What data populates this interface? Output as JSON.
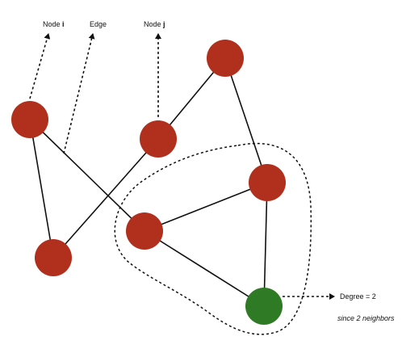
{
  "labels": {
    "node_i_prefix": "Node ",
    "node_i_letter": "i",
    "edge": "Edge",
    "node_j_prefix": "Node ",
    "node_j_letter": "j",
    "degree": "Degree = 2",
    "degree_note": "since 2 neighbors"
  },
  "colors": {
    "node": "#b0301d",
    "node_highlight": "#2f7a24",
    "line": "#111111"
  },
  "graph": {
    "nodes": [
      {
        "id": "n1",
        "color_role": "node"
      },
      {
        "id": "n2",
        "color_role": "node"
      },
      {
        "id": "n3",
        "color_role": "node"
      },
      {
        "id": "n4",
        "color_role": "node"
      },
      {
        "id": "n5",
        "color_role": "node"
      },
      {
        "id": "n6",
        "color_role": "node"
      },
      {
        "id": "n7",
        "color_role": "node_highlight"
      }
    ],
    "edges": [
      [
        "n1",
        "n2"
      ],
      [
        "n1",
        "n6"
      ],
      [
        "n2",
        "n4"
      ],
      [
        "n4",
        "n3"
      ],
      [
        "n3",
        "n5"
      ],
      [
        "n6",
        "n5"
      ],
      [
        "n6",
        "n7"
      ],
      [
        "n5",
        "n7"
      ]
    ],
    "highlight": {
      "node": "n7",
      "degree": 2,
      "neighbors": [
        "n5",
        "n6"
      ]
    }
  }
}
